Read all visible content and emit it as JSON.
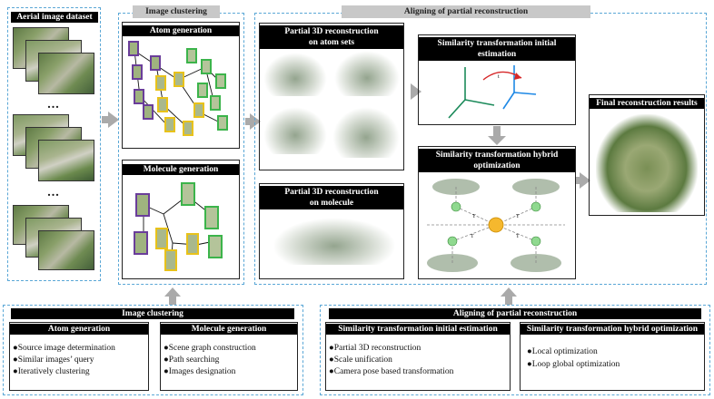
{
  "dataset": {
    "title": "Aerial image dataset",
    "ellipsis_1": "...",
    "ellipsis_2": "..."
  },
  "clustering": {
    "tag": "Image clustering",
    "atom_title": "Atom generation",
    "molecule_title": "Molecule generation"
  },
  "aligning": {
    "tag": "Aligning of partial reconstruction",
    "partial_atom": "Partial 3D reconstruction on atom sets",
    "partial_molecule": "Partial 3D reconstruction on molecule",
    "initial_estimation": "Similarity transformation initial estimation",
    "hybrid_optimization": "Similarity transformation hybrid optimization",
    "final": "Final reconstruction results",
    "axis_label_t": "t",
    "node_labels": [
      "T",
      "T",
      "T",
      "T"
    ]
  },
  "summary_left": {
    "title": "Image clustering",
    "atom": {
      "title": "Atom generation",
      "items": [
        "●Source image determination",
        "●Similar images’ query",
        "●Iteratively clustering"
      ]
    },
    "molecule": {
      "title": "Molecule generation",
      "items": [
        "●Scene graph construction",
        "●Path searching",
        "●Images designation"
      ]
    }
  },
  "summary_right": {
    "title": "Aligning of partial reconstruction",
    "initial": {
      "title": "Similarity transformation initial estimation",
      "items": [
        "●Partial 3D reconstruction",
        "●Scale unification",
        "●Camera pose based transformation"
      ]
    },
    "hybrid": {
      "title": "Similarity transformation hybrid optimization",
      "items": [
        "●Local optimization",
        "●Loop global optimization"
      ]
    }
  },
  "colors": {
    "dashed_border": "#5aa7d6",
    "arrow_gray": "#aaaaaa",
    "atom_purple": "#6a3d9a",
    "atom_yellow": "#e8c21a",
    "atom_green": "#3cb44b",
    "axis_blue": "#1e88e5",
    "axis_green": "#1b8a5a",
    "rotation_red": "#d62728",
    "node_green": "#8fd98f",
    "node_orange": "#f5b82e"
  }
}
